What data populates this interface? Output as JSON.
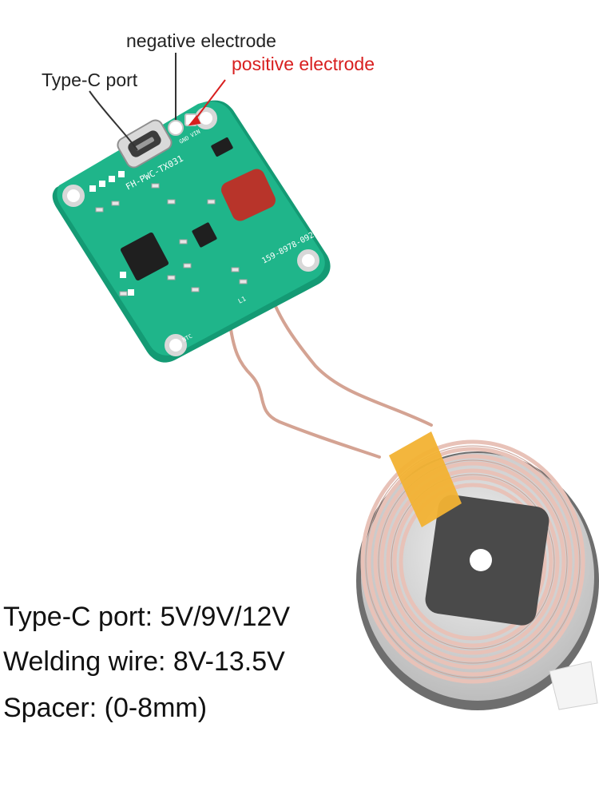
{
  "annotations": {
    "negative": "negative electrode",
    "type_c": "Type-C port",
    "positive": "positive electrode"
  },
  "specs": {
    "line1": "Type-C port: 5V/9V/12V",
    "line2": "Welding wire: 8V-13.5V",
    "line3": "Spacer: (0-8mm)"
  },
  "board_marks": {
    "model": "FH-PWC-TX031",
    "part_no": "159-8978-0920",
    "gnd": "GND",
    "vin": "VIN",
    "coil": "L1",
    "ntc": "NTC"
  },
  "colors": {
    "pcb": "#1fb58a",
    "coil_wire": "#e8c2b8",
    "tape": "#f2b233",
    "ferrite": "#4a4a4a",
    "capacitor": "#b8342a",
    "positive_label": "#d81f1f"
  }
}
